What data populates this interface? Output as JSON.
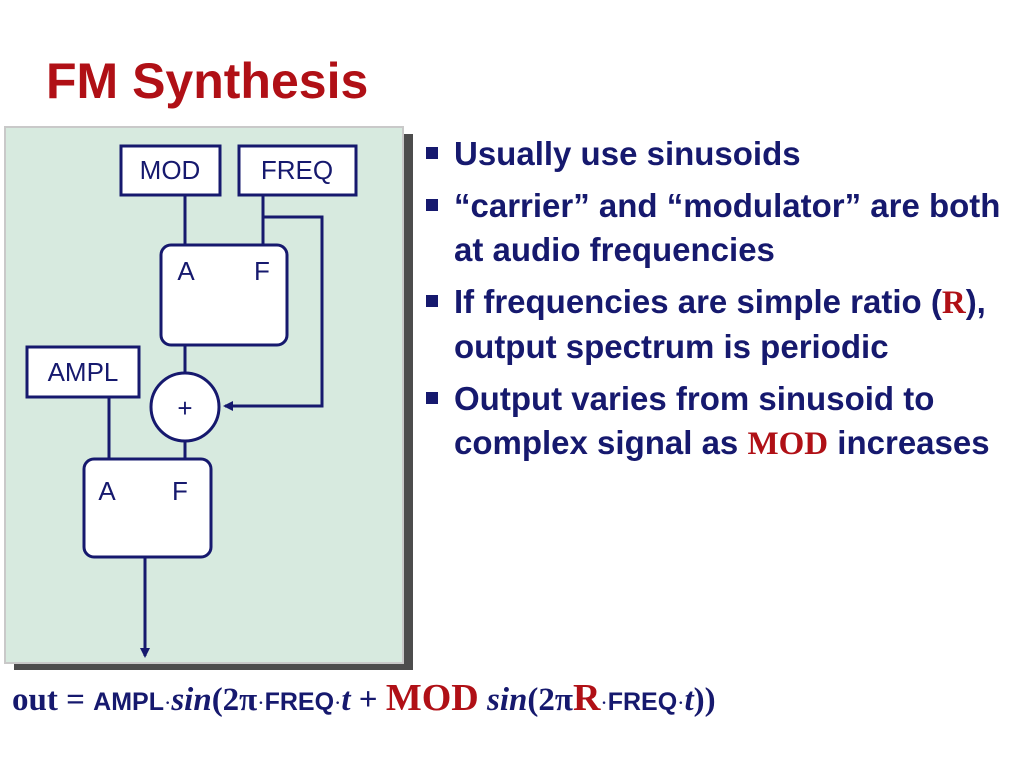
{
  "slide": {
    "title": "FM Synthesis"
  },
  "diagram": {
    "mod_label": "MOD",
    "freq_label": "FREQ",
    "ampl_label": "AMPL",
    "osc1_a": "A",
    "osc1_f": "F",
    "osc2_a": "A",
    "osc2_f": "F",
    "adder": "+"
  },
  "bullets": {
    "b1": "Usually use sinusoids",
    "b2": "“carrier” and “modulator” are both at audio frequencies",
    "b3_pre": "If frequencies are simple ratio (",
    "b3_R": "R",
    "b3_post": "), output spectrum is periodic",
    "b4_pre": "Output varies from sinusoid to complex signal as ",
    "b4_mod": "MOD",
    "b4_post": " increases"
  },
  "formula": {
    "out": "out = ",
    "ampl": "AMPL",
    "dot1": "·",
    "sin1": "sin",
    "open1": "(2π",
    "dot2": "·",
    "freq1": "FREQ",
    "dot3": "·",
    "t1": "t",
    "plus": " + ",
    "mod": "MOD",
    "sin2": " sin",
    "open2": "(2π",
    "R": "R",
    "dot4": "·",
    "freq2": "FREQ",
    "dot5": "·",
    "t2": "t",
    "close": "))"
  },
  "colors": {
    "title": "#b01016",
    "text": "#16196e",
    "panel": "#d7eadf",
    "accent_red": "#b01016"
  }
}
